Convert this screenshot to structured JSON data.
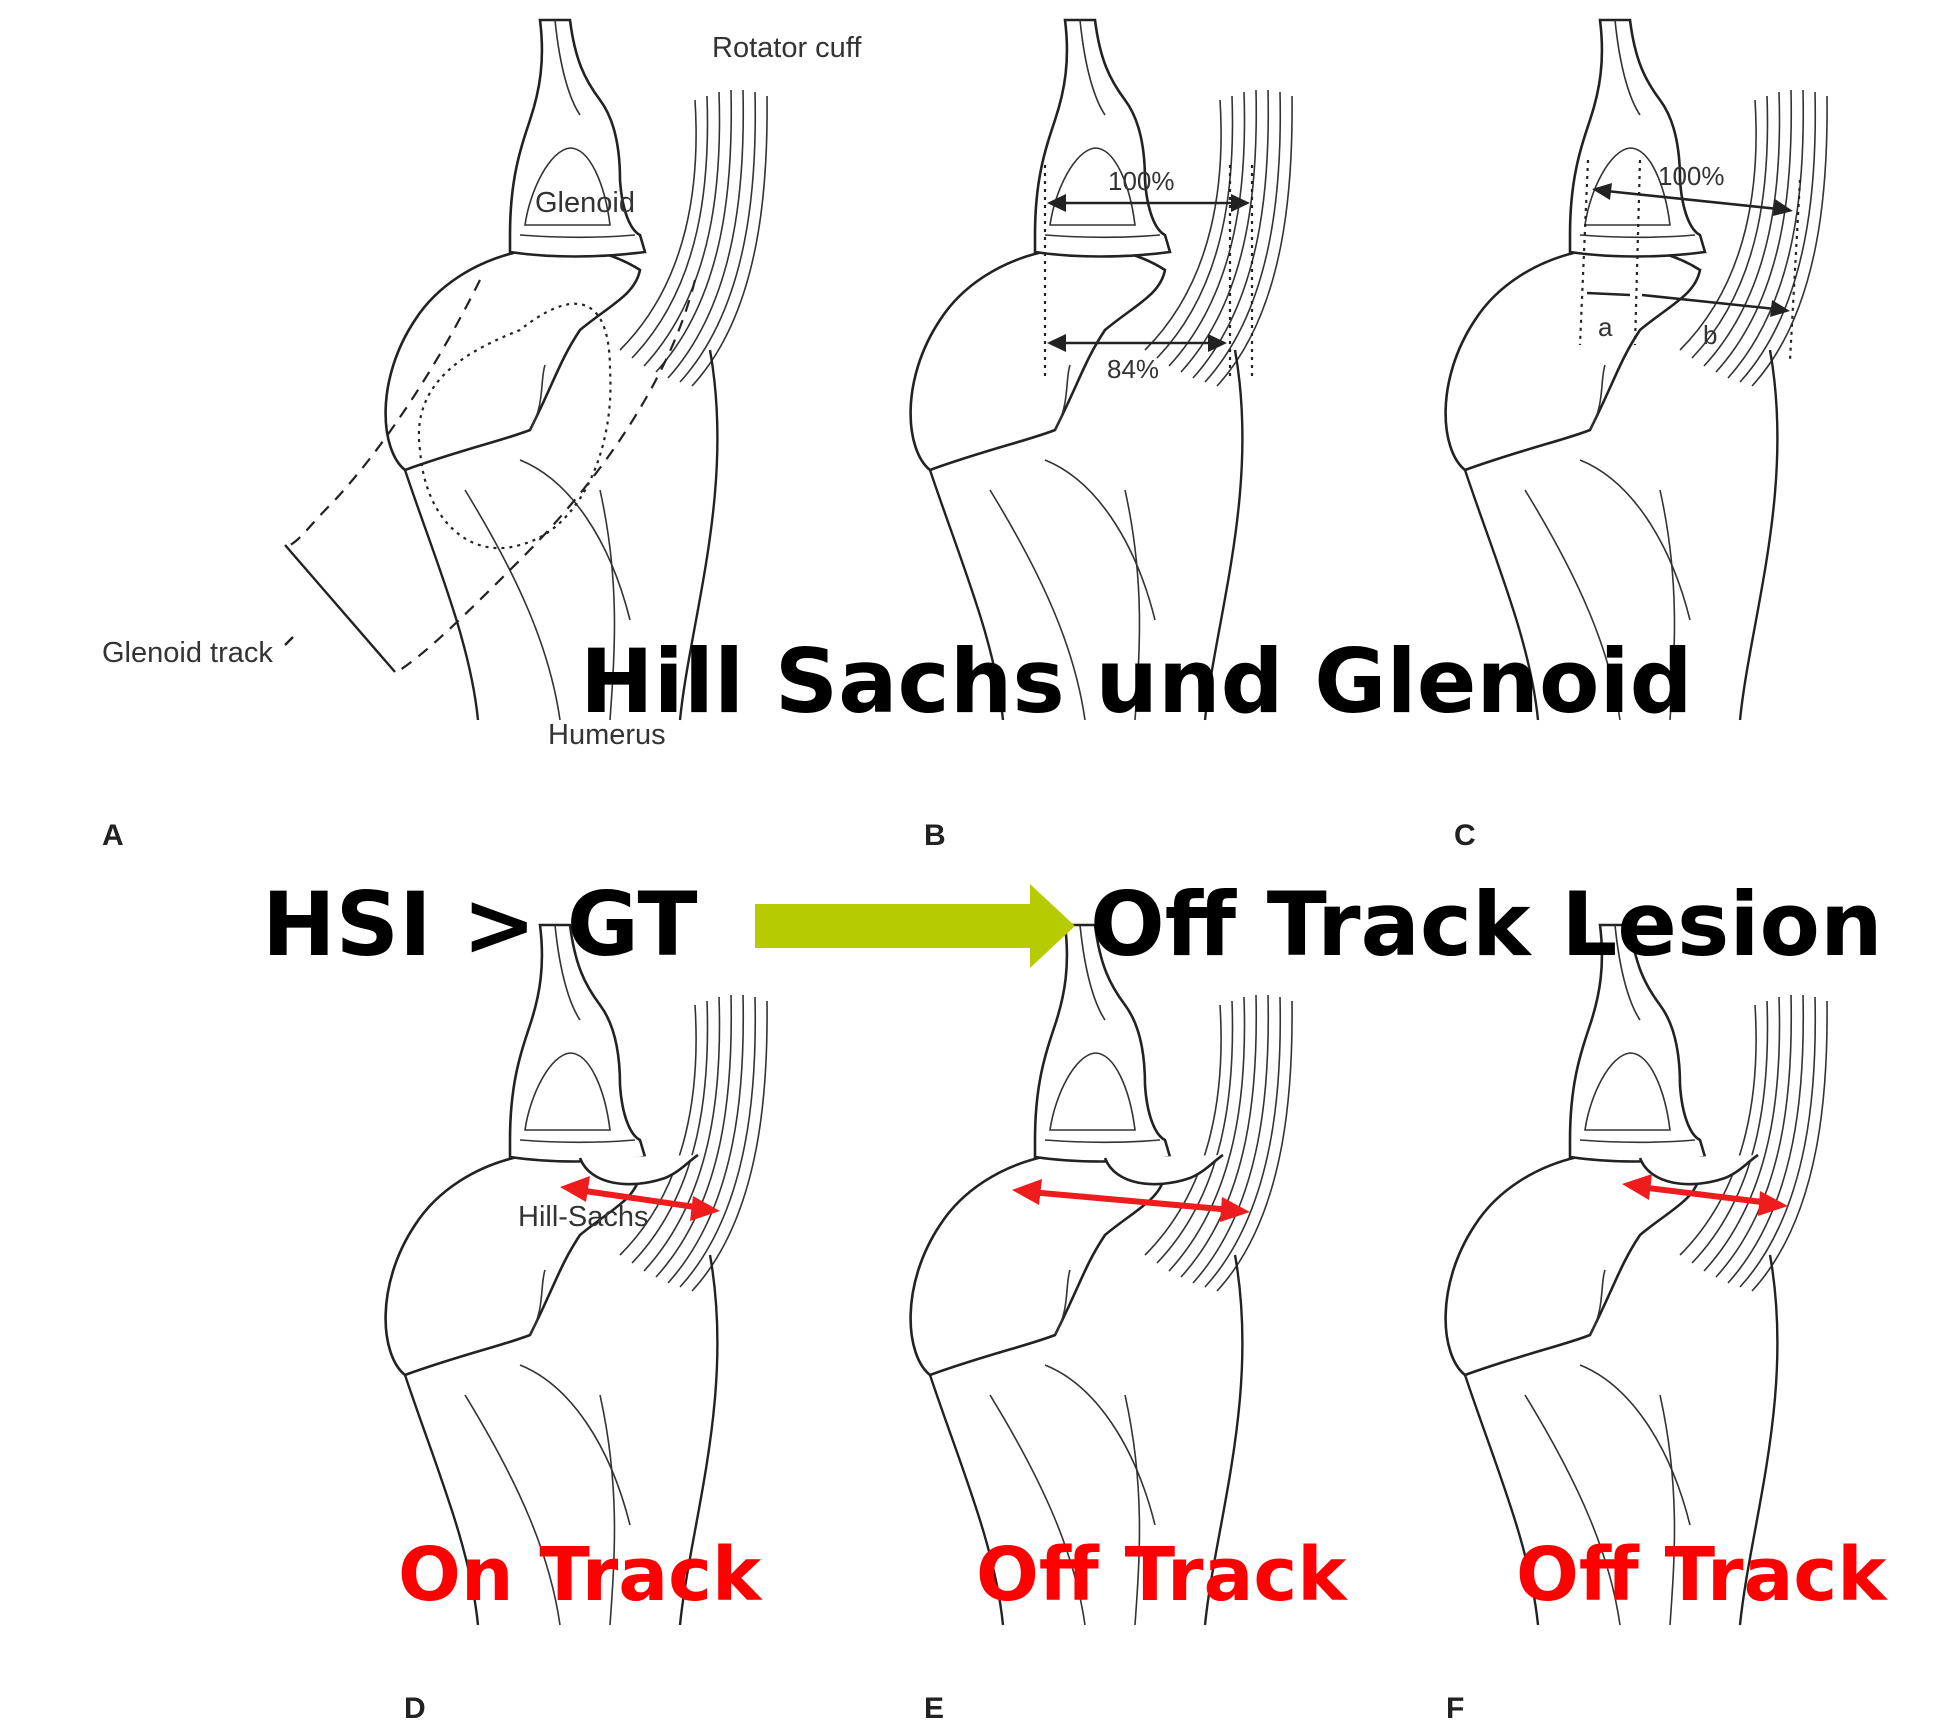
{
  "title": "Hill Sachs und Glenoid",
  "equation": {
    "left": "HSI > GT",
    "right": "Off Track Lesion",
    "arrow_color": "#b7cc00"
  },
  "anatomy_labels": {
    "rotator_cuff": "Rotator cuff",
    "glenoid": "Glenoid",
    "glenoid_track": "Glenoid track",
    "humerus": "Humerus",
    "hill_sachs": "Hill-Sachs"
  },
  "measurements": {
    "b_top": "100%",
    "b_bottom": "84%",
    "c_top": "100%",
    "c_a": "a",
    "c_b": "b"
  },
  "panels": [
    "A",
    "B",
    "C",
    "D",
    "E",
    "F"
  ],
  "status": {
    "d": "On Track",
    "e": "Off Track",
    "f": "Off Track",
    "color": "#ff0000"
  },
  "arrow_color": "#ee1c1c"
}
